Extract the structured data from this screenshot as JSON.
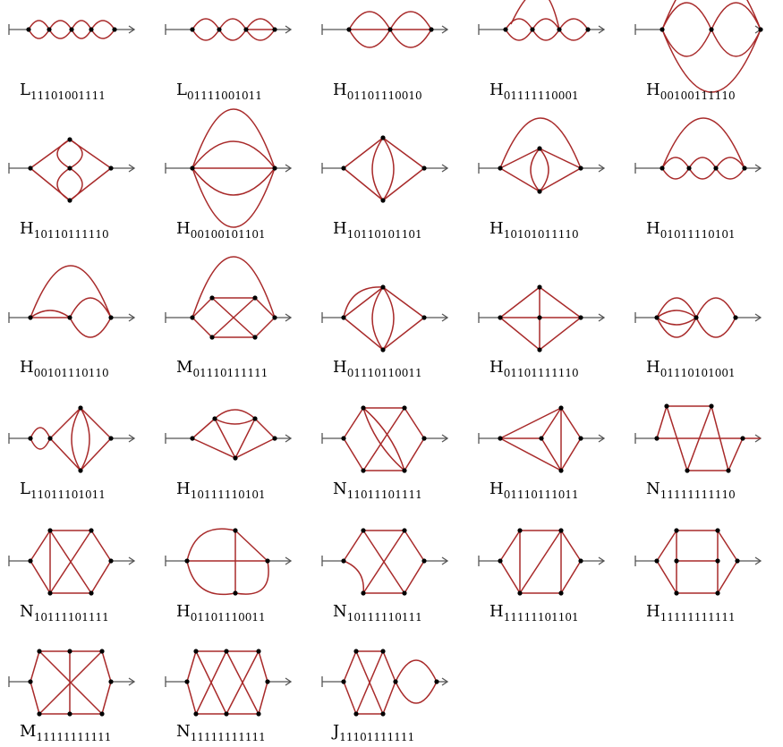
{
  "colors": {
    "edge": "#a82a2a",
    "external": "#555555",
    "vertex": "#000000"
  },
  "diagrams": [
    {
      "letter": "L",
      "subscript": "11101001111"
    },
    {
      "letter": "L",
      "subscript": "01111001011"
    },
    {
      "letter": "H",
      "subscript": "01101110010"
    },
    {
      "letter": "H",
      "subscript": "01111110001"
    },
    {
      "letter": "H",
      "subscript": "00100111110"
    },
    {
      "letter": "H",
      "subscript": "10110111110"
    },
    {
      "letter": "H",
      "subscript": "00100101101"
    },
    {
      "letter": "H",
      "subscript": "10110101101"
    },
    {
      "letter": "H",
      "subscript": "10101011110"
    },
    {
      "letter": "H",
      "subscript": "01011110101"
    },
    {
      "letter": "H",
      "subscript": "00101110110"
    },
    {
      "letter": "M",
      "subscript": "01110111111"
    },
    {
      "letter": "H",
      "subscript": "01110110011"
    },
    {
      "letter": "H",
      "subscript": "01101111110"
    },
    {
      "letter": "H",
      "subscript": "01110101001"
    },
    {
      "letter": "L",
      "subscript": "11011101011"
    },
    {
      "letter": "H",
      "subscript": "10111110101"
    },
    {
      "letter": "N",
      "subscript": "11011101111"
    },
    {
      "letter": "H",
      "subscript": "01110111011"
    },
    {
      "letter": "N",
      "subscript": "11111111110"
    },
    {
      "letter": "N",
      "subscript": "10111101111"
    },
    {
      "letter": "H",
      "subscript": "01101110011"
    },
    {
      "letter": "N",
      "subscript": "10111110111"
    },
    {
      "letter": "H",
      "subscript": "11111101101"
    },
    {
      "letter": "H",
      "subscript": "11111111111"
    },
    {
      "letter": "M",
      "subscript": "11111111111"
    },
    {
      "letter": "N",
      "subscript": "11111111111"
    },
    {
      "letter": "J",
      "subscript": "11101111111"
    }
  ]
}
